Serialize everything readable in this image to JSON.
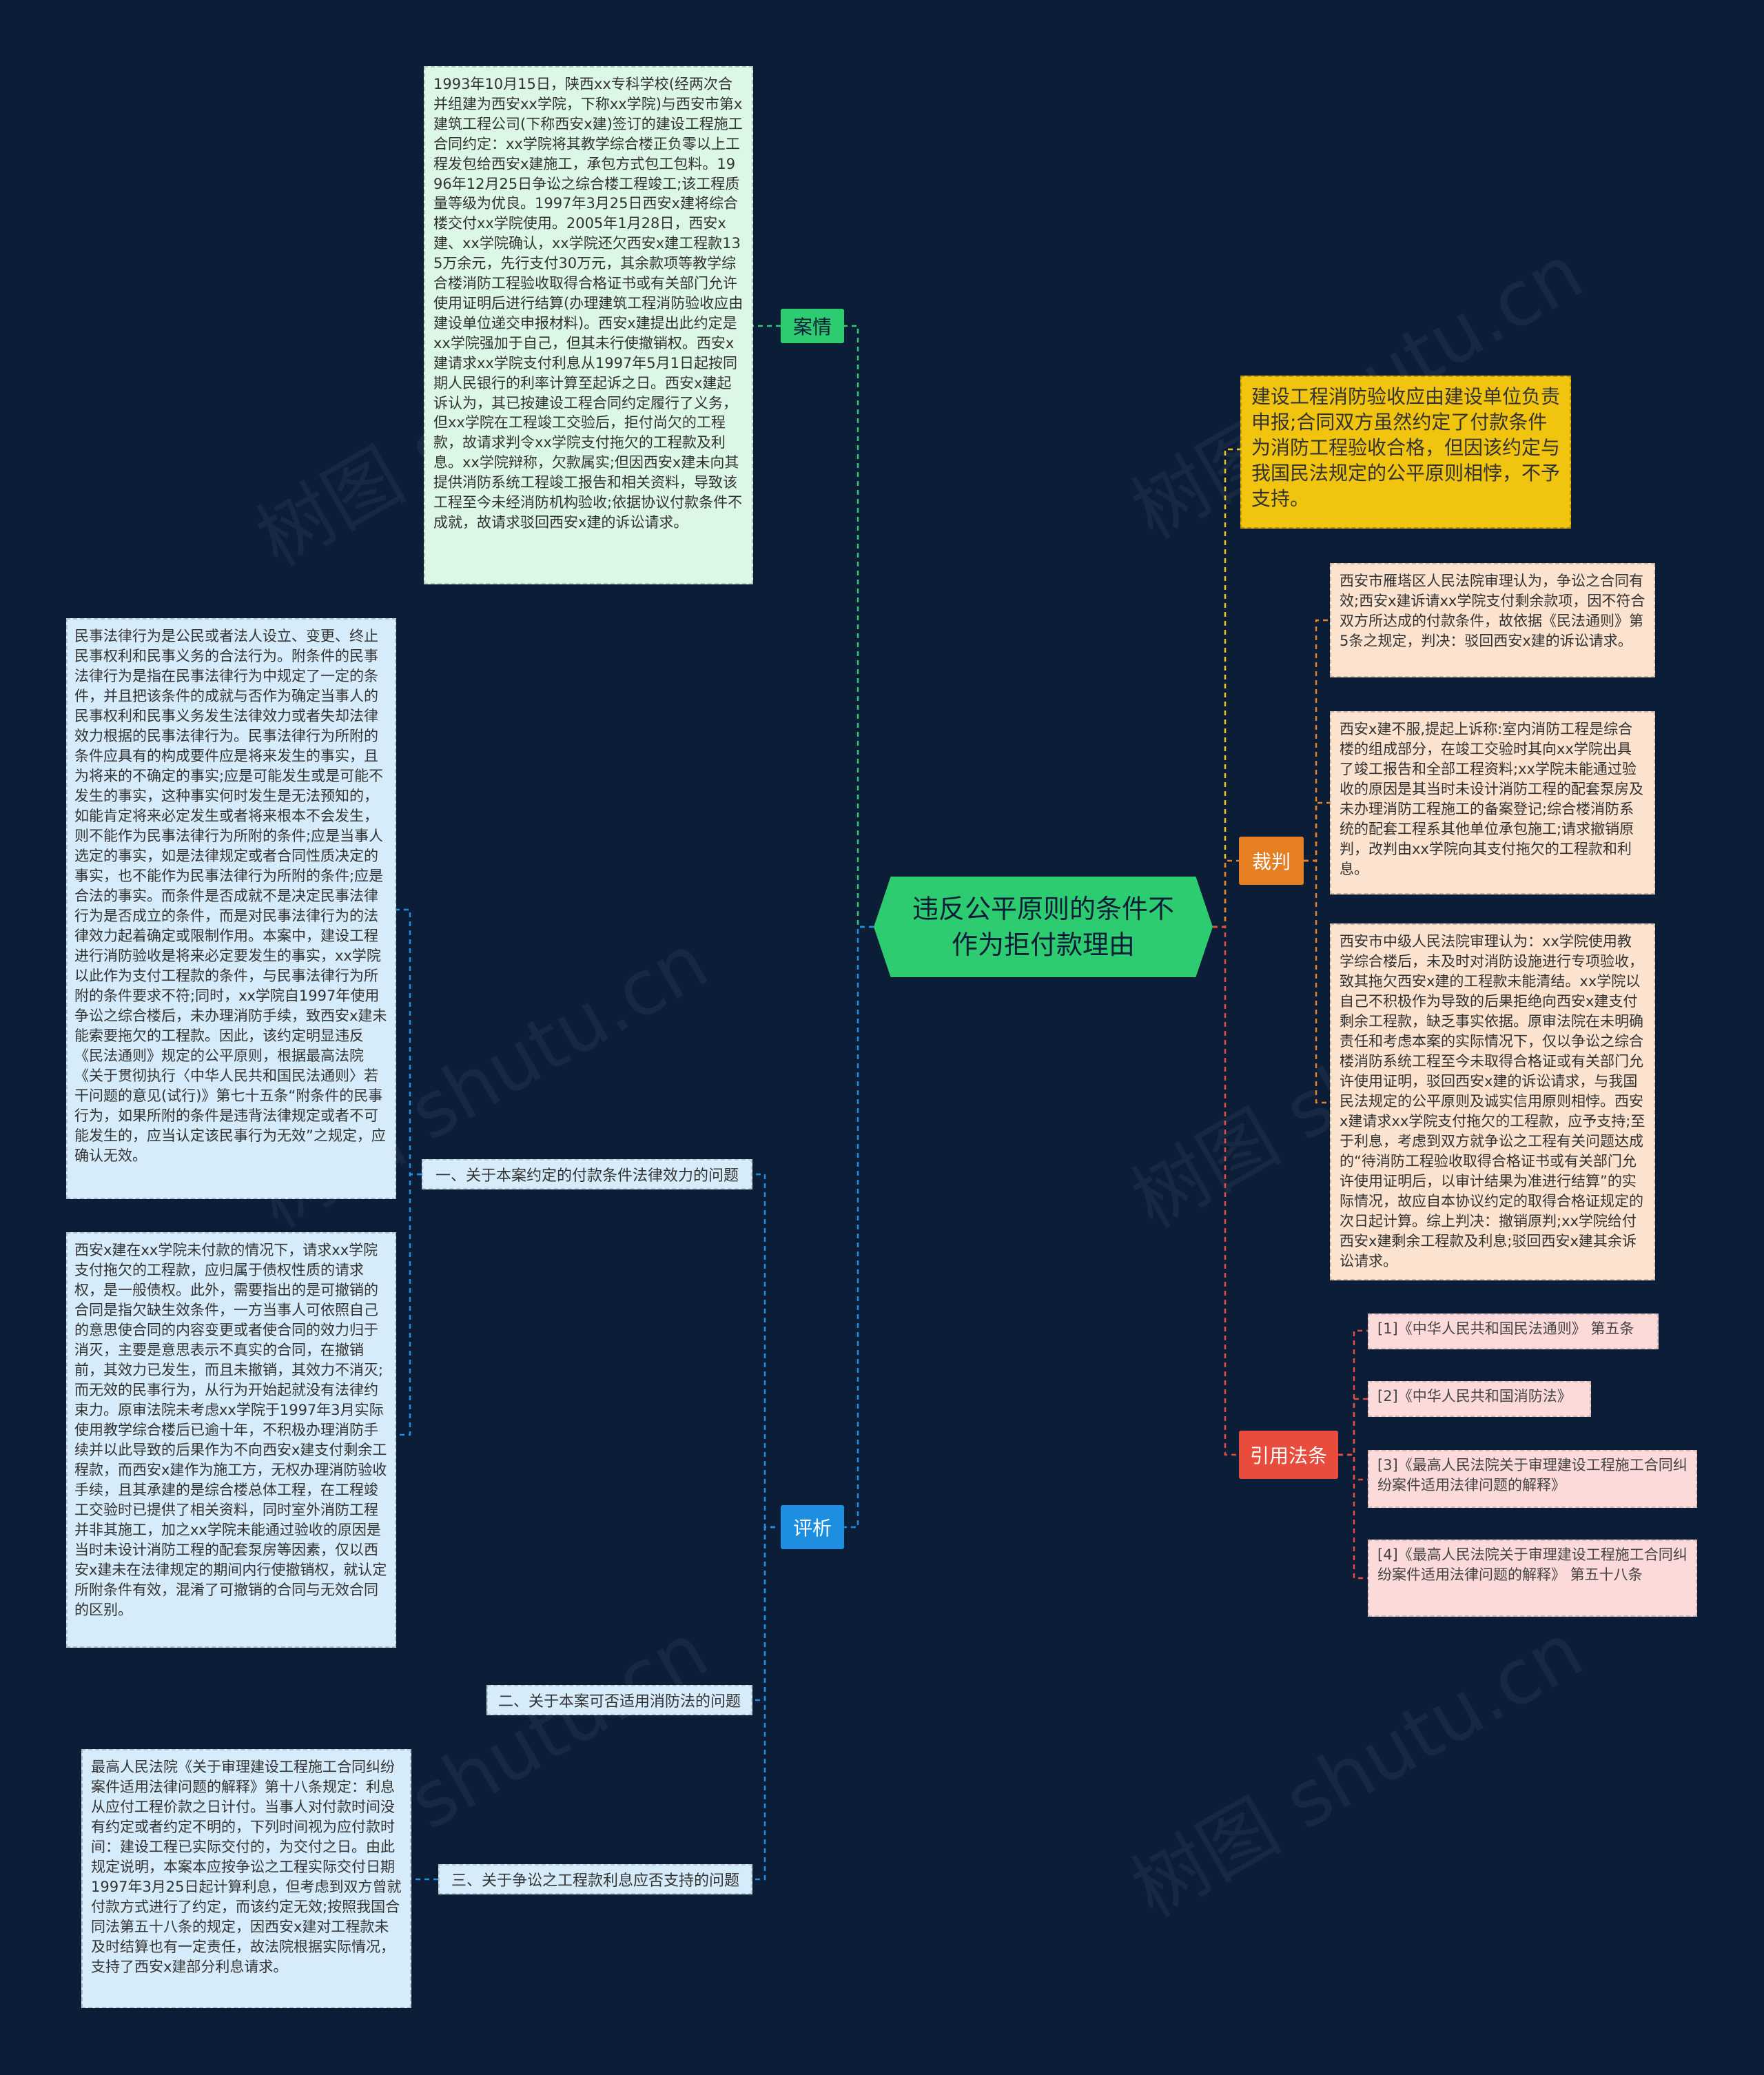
{
  "central": {
    "title": "违反公平原则的条件不作为拒付款理由"
  },
  "conclusion": "建设工程消防验收应由建设单位负责申报;合同双方虽然约定了付款条件为消防工程验收合格，但因该约定与我国民法规定的公平原则相悖，不予支持。",
  "case": {
    "label": "案情",
    "text": "1993年10月15日，陕西xx专科学校(经两次合并组建为西安xx学院，下称xx学院)与西安市第x建筑工程公司(下称西安x建)签订的建设工程施工合同约定：xx学院将其教学综合楼正负零以上工程发包给西安x建施工，承包方式包工包料。1996年12月25日争讼之综合楼工程竣工;该工程质量等级为优良。1997年3月25日西安x建将综合楼交付xx学院使用。2005年1月28日，西安x建、xx学院确认，xx学院还欠西安x建工程款135万余元，先行支付30万元，其余款项等教学综合楼消防工程验收取得合格证书或有关部门允许使用证明后进行结算(办理建筑工程消防验收应由建设单位递交申报材料)。西安x建提出此约定是xx学院强加于自己，但其未行使撤销权。西安x建请求xx学院支付利息从1997年5月1日起按同期人民银行的利率计算至起诉之日。西安x建起诉认为，其已按建设工程合同约定履行了义务，但xx学院在工程竣工交验后，拒付尚欠的工程款，故请求判令xx学院支付拖欠的工程款及利息。xx学院辩称，欠款属实;但因西安x建未向其提供消防系统工程竣工报告和相关资料，导致该工程至今未经消防机构验收;依据协议付款条件不成就，故请求驳回西安x建的诉讼请求。"
  },
  "judgment": {
    "label": "裁判",
    "items": [
      "西安市雁塔区人民法院审理认为，争讼之合同有效;西安x建诉请xx学院支付剩余款项，因不符合双方所达成的付款条件，故依据《民法通则》第5条之规定，判决：驳回西安x建的诉讼请求。",
      "西安x建不服,提起上诉称:室内消防工程是综合楼的组成部分，在竣工交验时其向xx学院出具了竣工报告和全部工程资料;xx学院未能通过验收的原因是其当时未设计消防工程的配套泵房及未办理消防工程施工的备案登记;综合楼消防系统的配套工程系其他单位承包施工;请求撤销原判，改判由xx学院向其支付拖欠的工程款和利息。",
      "西安市中级人民法院审理认为：xx学院使用教学综合楼后，未及时对消防设施进行专项验收，致其拖欠西安x建的工程款未能清结。xx学院以自己不积极作为导致的后果拒绝向西安x建支付剩余工程款，缺乏事实依据。原审法院在未明确责任和考虑本案的实际情况下，仅以争讼之综合楼消防系统工程至今未取得合格证或有关部门允许使用证明，驳回西安x建的诉讼请求，与我国民法规定的公平原则及诚实信用原则相悖。西安x建请求xx学院支付拖欠的工程款，应予支持;至于利息，考虑到双方就争讼之工程有关问题达成的“待消防工程验收取得合格证书或有关部门允许使用证明后，以审计结果为准进行结算”的实际情况，故应自本协议约定的取得合格证规定的次日起计算。综上判决：撤销原判;xx学院给付西安x建剩余工程款及利息;驳回西安x建其余诉讼请求。"
    ]
  },
  "laws": {
    "label": "引用法条",
    "items": [
      "[1]《中华人民共和国民法通则》 第五条",
      "[2]《中华人民共和国消防法》",
      "[3]《最高人民法院关于审理建设工程施工合同纠纷案件适用法律问题的解释》",
      "[4]《最高人民法院关于审理建设工程施工合同纠纷案件适用法律问题的解释》 第五十八条"
    ]
  },
  "analysis": {
    "label": "评析",
    "sections": [
      {
        "title": "一、关于本案约定的付款条件法律效力的问题",
        "texts": [
          "民事法律行为是公民或者法人设立、变更、终止民事权利和民事义务的合法行为。附条件的民事法律行为是指在民事法律行为中规定了一定的条件，并且把该条件的成就与否作为确定当事人的民事权利和民事义务发生法律效力或者失却法律效力根据的民事法律行为。民事法律行为所附的条件应具有的构成要件应是将来发生的事实，且为将来的不确定的事实;应是可能发生或是可能不发生的事实，这种事实何时发生是无法预知的，如能肯定将来必定发生或者将来根本不会发生，则不能作为民事法律行为所附的条件;应是当事人选定的事实，如是法律规定或者合同性质决定的事实，也不能作为民事法律行为所附的条件;应是合法的事实。而条件是否成就不是决定民事法律行为是否成立的条件，而是对民事法律行为的法律效力起着确定或限制作用。本案中，建设工程进行消防验收是将来必定要发生的事实，xx学院以此作为支付工程款的条件，与民事法律行为所附的条件要求不符;同时，xx学院自1997年使用争讼之综合楼后，未办理消防手续，致西安x建未能索要拖欠的工程款。因此，该约定明显违反《民法通则》规定的公平原则，根据最高法院《关于贯彻执行〈中华人民共和国民法通则〉若干问题的意见(试行)》第七十五条“附条件的民事行为，如果所附的条件是违背法律规定或者不可能发生的，应当认定该民事行为无效”之规定，应确认无效。",
          "西安x建在xx学院未付款的情况下，请求xx学院支付拖欠的工程款，应归属于债权性质的请求权，是一般债权。此外，需要指出的是可撤销的合同是指欠缺生效条件，一方当事人可依照自己的意思使合同的内容变更或者使合同的效力归于消灭，主要是意思表示不真实的合同，在撤销前，其效力已发生，而且未撤销，其效力不消灭;而无效的民事行为，从行为开始起就没有法律约束力。原审法院未考虑xx学院于1997年3月实际使用教学综合楼后已逾十年，不积极办理消防手续并以此导致的后果作为不向西安x建支付剩余工程款，而西安x建作为施工方，无权办理消防验收手续，且其承建的是综合楼总体工程，在工程竣工交验时已提供了相关资料，同时室外消防工程并非其施工，加之xx学院未能通过验收的原因是当时未设计消防工程的配套泵房等因素，仅以西安x建未在法律规定的期间内行使撤销权，就认定所附条件有效，混淆了可撤销的合同与无效合同的区别。"
        ]
      },
      {
        "title": "二、关于本案可否适用消防法的问题",
        "texts": []
      },
      {
        "title": "三、关于争讼之工程款利息应否支持的问题",
        "texts": [
          "最高人民法院《关于审理建设工程施工合同纠纷案件适用法律问题的解释》第十八条规定：利息从应付工程价款之日计付。当事人对付款时间没有约定或者约定不明的，下列时间视为应付款时间：建设工程已实际交付的，为交付之日。由此规定说明，本案本应按争讼之工程实际交付日期1997年3月25日起计算利息，但考虑到双方曾就付款方式进行了约定，而该约定无效;按照我国合同法第五十八条的规定，因西安x建对工程款未及时结算也有一定责任，故法院根据实际情况，支持了西安x建部分利息请求。"
        ]
      }
    ]
  },
  "watermark": "树图 shutu.cn",
  "colors": {
    "background": "#0c1d38",
    "central": "#2ecc71",
    "case": "#2ecc71",
    "judgment": "#e67e22",
    "laws": "#e74c3c",
    "analysis": "#1e8fe0",
    "conclusion": "#f1c40f"
  }
}
